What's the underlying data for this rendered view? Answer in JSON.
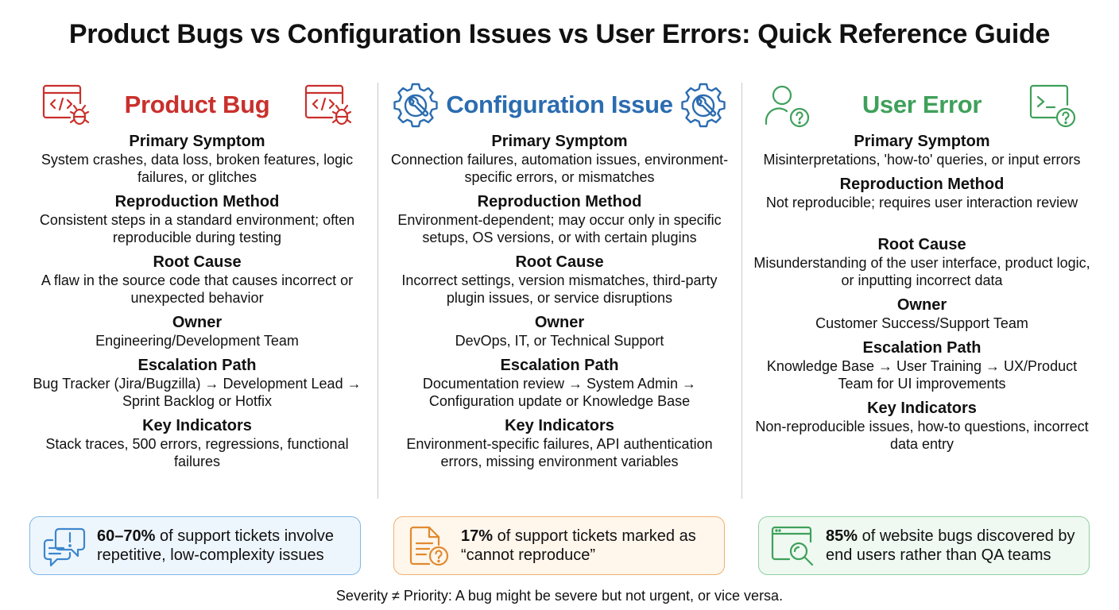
{
  "title": "Product Bugs vs Configuration Issues vs User Errors: Quick Reference Guide",
  "columns": [
    {
      "name": "Product Bug",
      "color": "#c9302c",
      "sections": [
        {
          "label": "Primary Symptom",
          "text": "System crashes, data loss, broken features, logic failures, or glitches"
        },
        {
          "label": "Reproduction Method",
          "text": "Consistent steps in a standard environment; often reproducible during testing"
        },
        {
          "label": "Root Cause",
          "text": "A flaw in the source code that causes incorrect or unexpected behavior"
        },
        {
          "label": "Owner",
          "text": "Engineering/Development Team"
        },
        {
          "label": "Escalation Path",
          "text": "Bug Tracker (Jira/Bugzilla) → Development Lead → Sprint Backlog or Hotfix"
        },
        {
          "label": "Key Indicators",
          "text": "Stack traces, 500 errors, regressions, functional failures"
        }
      ]
    },
    {
      "name": "Configuration Issue",
      "color": "#2b6cb0",
      "sections": [
        {
          "label": "Primary Symptom",
          "text": "Connection failures, automation issues, environment-specific errors, or mismatches"
        },
        {
          "label": "Reproduction Method",
          "text": "Environment-dependent; may occur only in specific setups, OS versions, or with certain plugins"
        },
        {
          "label": "Root Cause",
          "text": "Incorrect settings, version mismatches, third-party plugin issues, or service disruptions"
        },
        {
          "label": "Owner",
          "text": "DevOps, IT, or Technical Support"
        },
        {
          "label": "Escalation Path",
          "text": "Documentation review → System Admin → Configuration update or Knowledge Base"
        },
        {
          "label": "Key Indicators",
          "text": "Environment-specific failures, API authentication errors, missing environment variables"
        }
      ]
    },
    {
      "name": "User Error",
      "color": "#3fa05a",
      "sections": [
        {
          "label": "Primary Symptom",
          "text": "Misinterpretations, 'how-to' queries, or input errors"
        },
        {
          "label": "Reproduction Method",
          "text": "Not reproducible; requires user interaction review"
        },
        {
          "label": "Root Cause",
          "text": "Misunderstanding of the user interface, product logic, or inputting incorrect data"
        },
        {
          "label": "Owner",
          "text": "Customer Success/Support Team"
        },
        {
          "label": "Escalation Path",
          "text": "Knowledge Base → User Training → UX/Product Team for UI improvements"
        },
        {
          "label": "Key Indicators",
          "text": "Non-reproducible issues, how-to questions, incorrect data entry"
        }
      ]
    }
  ],
  "stats": [
    {
      "value": "60–70%",
      "text": " of support tickets involve repetitive, low-complexity issues",
      "icon": "chat-alert-icon",
      "border": "#7fb6e6",
      "bg": "#eef6fd"
    },
    {
      "value": "17%",
      "text": " of support tickets marked as “cannot reproduce”",
      "icon": "document-question-icon",
      "border": "#f0b070",
      "bg": "#fff6ec"
    },
    {
      "value": "85%",
      "text": " of website bugs discovered by end users rather than QA teams",
      "icon": "browser-search-icon",
      "border": "#8fd0a0",
      "bg": "#eff9f1"
    }
  ],
  "footer": "Severity ≠ Priority: A bug might be severe but not urgent, or vice versa."
}
